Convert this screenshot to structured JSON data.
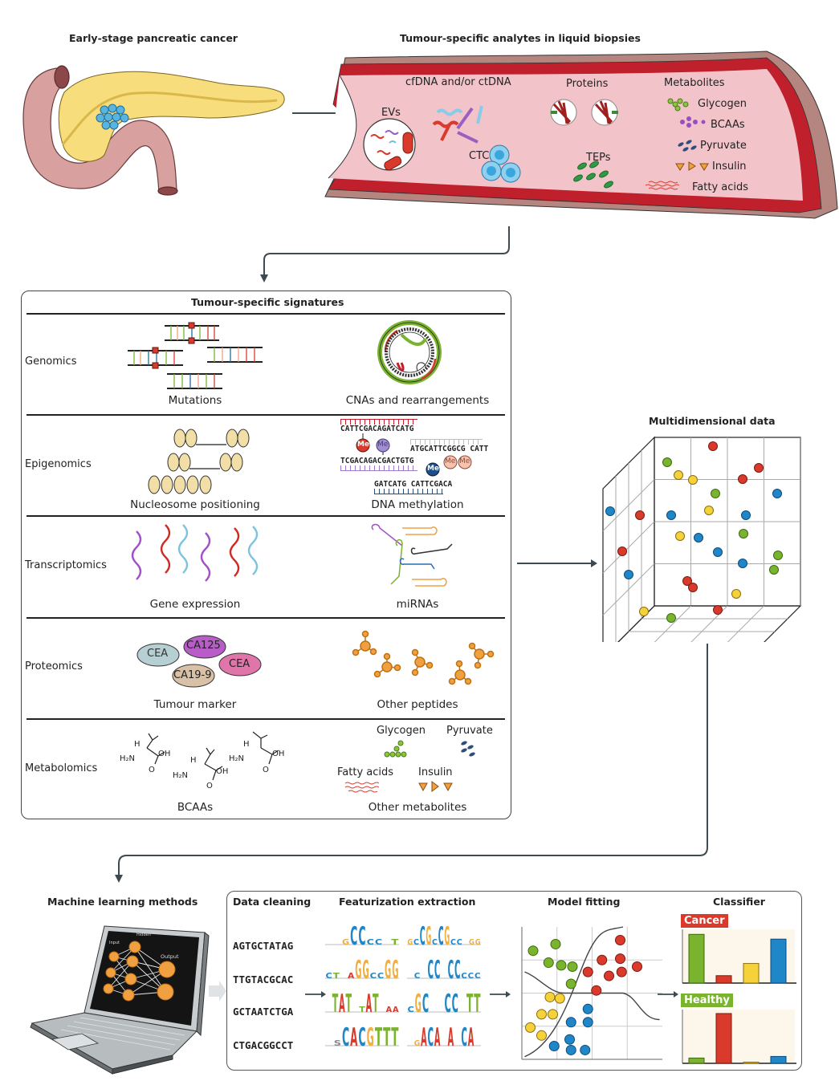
{
  "top": {
    "pancreas_title": "Early-stage pancreatic cancer",
    "vessel_title": "Tumour-specific analytes in liquid biopsies",
    "analytes": {
      "evs": "EVs",
      "cfdna": "cfDNA and/or ctDNA",
      "ctcs": "CTCs",
      "proteins": "Proteins",
      "teps": "TEPs",
      "metabolites_header": "Metabolites",
      "metabolites": [
        "Glycogen",
        "BCAAs",
        "Pyruvate",
        "Insulin",
        "Fatty acids"
      ]
    }
  },
  "signatures": {
    "title": "Tumour-specific signatures",
    "rows": [
      {
        "label": "Genomics",
        "left": "Mutations",
        "right": "CNAs and rearrangements"
      },
      {
        "label": "Epigenomics",
        "left": "Nucleosome positioning",
        "right": "DNA methylation"
      },
      {
        "label": "Transcriptomics",
        "left": "Gene expression",
        "right": "miRNAs"
      },
      {
        "label": "Proteomics",
        "left": "Tumour marker",
        "right": "Other peptides"
      },
      {
        "label": "Metabolomics",
        "left": "BCAAs",
        "right": "Other metabolites"
      }
    ],
    "methylation": {
      "seq1": "CATTCGACAGATCATG",
      "seq2": "TCGACAGACGACTGTG",
      "seq3": "ATGCATTCGGCG CATT",
      "seq4": "GATCATG CATTCGACA",
      "me": "Me"
    },
    "tumour_markers": [
      "CEA",
      "CA125",
      "CEA",
      "CA19-9"
    ],
    "bcaa_atoms": {
      "h": "H",
      "h2n": "H₂N",
      "oh": "OH",
      "o": "O"
    },
    "other_metabolites": [
      "Glycogen",
      "Pyruvate",
      "Fatty acids",
      "Insulin"
    ]
  },
  "multidimensional": {
    "title": "Multidimensional data",
    "colors": {
      "red": "#d93a2b",
      "green": "#7ab32e",
      "blue": "#1f86c8",
      "yellow": "#f6d23a"
    }
  },
  "ml": {
    "title": "Machine learning methods",
    "nn_labels": {
      "input": "Input",
      "hidden": "Hidden",
      "output": "Output"
    },
    "panel": {
      "data_cleaning": "Data cleaning",
      "featurization": "Featurization extraction",
      "model_fitting": "Model fitting",
      "classifier": "Classifier"
    },
    "sequences": [
      "AGTGCTATAG",
      "TTGTACGCAC",
      "GCTAATCTGA",
      "CTGACGGCCT"
    ],
    "classifier": {
      "cancer_label": "Cancer",
      "healthy_label": "Healthy",
      "cancer_color": "#d93a2b",
      "healthy_color": "#7ab32e"
    }
  },
  "chart_data": [
    {
      "type": "scatter",
      "title": "Multidimensional data",
      "description": "3D scatter of multi-omic features, four colour classes",
      "series": [
        {
          "name": "red",
          "count": 8
        },
        {
          "name": "green",
          "count": 7
        },
        {
          "name": "blue",
          "count": 8
        },
        {
          "name": "yellow",
          "count": 7
        }
      ]
    },
    {
      "type": "scatter",
      "title": "Model fitting",
      "xlabel": "",
      "ylabel": "",
      "series": [
        {
          "name": "green",
          "points": [
            [
              0.08,
              0.82
            ],
            [
              0.24,
              0.87
            ],
            [
              0.19,
              0.73
            ],
            [
              0.28,
              0.71
            ],
            [
              0.36,
              0.7
            ],
            [
              0.35,
              0.57
            ]
          ]
        },
        {
          "name": "red",
          "points": [
            [
              0.7,
              0.9
            ],
            [
              0.7,
              0.76
            ],
            [
              0.57,
              0.75
            ],
            [
              0.47,
              0.66
            ],
            [
              0.62,
              0.63
            ],
            [
              0.71,
              0.66
            ],
            [
              0.82,
              0.7
            ],
            [
              0.53,
              0.52
            ]
          ]
        },
        {
          "name": "yellow",
          "points": [
            [
              0.2,
              0.47
            ],
            [
              0.27,
              0.46
            ],
            [
              0.14,
              0.34
            ],
            [
              0.22,
              0.34
            ],
            [
              0.06,
              0.24
            ],
            [
              0.14,
              0.18
            ]
          ]
        },
        {
          "name": "blue",
          "points": [
            [
              0.47,
              0.38
            ],
            [
              0.35,
              0.28
            ],
            [
              0.47,
              0.28
            ],
            [
              0.34,
              0.15
            ],
            [
              0.23,
              0.1
            ],
            [
              0.35,
              0.07
            ],
            [
              0.45,
              0.07
            ]
          ]
        }
      ]
    },
    {
      "type": "bar",
      "title": "Cancer",
      "categories": [
        "green",
        "red",
        "yellow",
        "blue"
      ],
      "values": [
        0.92,
        0.14,
        0.37,
        0.83
      ],
      "ylim": [
        0,
        1
      ]
    },
    {
      "type": "bar",
      "title": "Healthy",
      "categories": [
        "green",
        "red",
        "yellow",
        "blue"
      ],
      "values": [
        0.1,
        0.94,
        0.02,
        0.13
      ],
      "ylim": [
        0,
        1
      ]
    }
  ]
}
